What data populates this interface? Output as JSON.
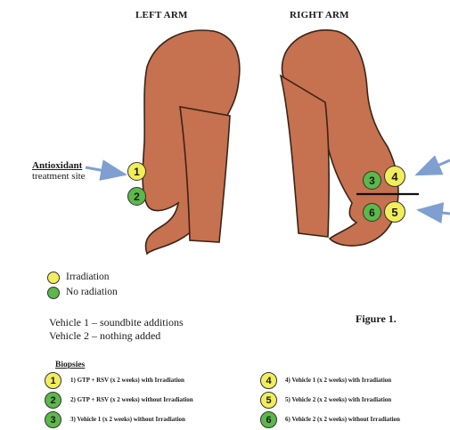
{
  "titles": {
    "left": "LEFT ARM",
    "right": "RIGHT ARM"
  },
  "antioxidant": {
    "heading": "Antioxidant",
    "sub": "treatment site"
  },
  "arm_markers": {
    "left": [
      "1",
      "2"
    ],
    "right_upper": [
      "3",
      "4"
    ],
    "right_lower": [
      "6",
      "5"
    ]
  },
  "legend": {
    "irradiation": "Irradiation",
    "no_radiation": "No radiation"
  },
  "vehicles": [
    "Vehicle 1 – soundbite additions",
    "Vehicle 2 – nothing added"
  ],
  "figure_label": "Figure 1.",
  "biopsies": {
    "heading": "Biopsies",
    "items": [
      {
        "num": "1",
        "text": "1)   GTP + RSV (x 2 weeks) with Irradiation",
        "color": "yellow"
      },
      {
        "num": "2",
        "text": "2)   GTP + RSV (x 2 weeks) without Irradiation",
        "color": "green"
      },
      {
        "num": "3",
        "text": "3)   Vehicle 1 (x 2 weeks) without Irradiation",
        "color": "green"
      },
      {
        "num": "4",
        "text": "4)   Vehicle 1 (x 2 weeks) with Irradiation",
        "color": "yellow"
      },
      {
        "num": "5",
        "text": "5)   Vehicle 2 (x 2 weeks) with Irradiation",
        "color": "yellow"
      },
      {
        "num": "6",
        "text": "6)   Vehicle 2 (x 2 weeks) without Irradiation",
        "color": "green"
      }
    ]
  },
  "colors": {
    "skin": "#c6714f",
    "skin_outline": "#3a2418",
    "yellow": "#f2ee5b",
    "green": "#5cb84a",
    "arrow": "#7f9fd1"
  }
}
